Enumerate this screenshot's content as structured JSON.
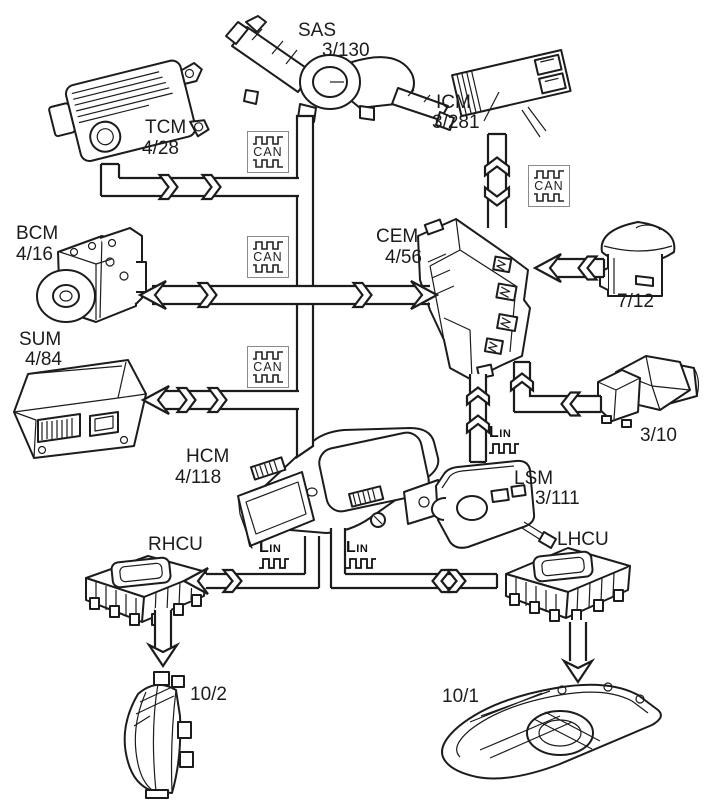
{
  "diagram": {
    "colors": {
      "background": "#ffffff",
      "line": "#1c1c1c",
      "can_box_border": "#8a8a8a"
    },
    "bus": {
      "can_label": "CAN",
      "lin_label": "LIN"
    },
    "modules": {
      "sas": {
        "name": "SAS",
        "ref": "3/130"
      },
      "tcm": {
        "name": "TCM",
        "ref": "4/28"
      },
      "icm": {
        "name": "ICM",
        "ref": "3/281"
      },
      "bcm": {
        "name": "BCM",
        "ref": "4/16"
      },
      "cem": {
        "name": "CEM",
        "ref": "4/56"
      },
      "sum": {
        "name": "SUM",
        "ref": "4/84"
      },
      "hcm": {
        "name": "HCM",
        "ref": "4/118"
      },
      "lsm": {
        "name": "LSM",
        "ref": "3/111"
      },
      "rhcu": {
        "name": "RHCU"
      },
      "lhcu": {
        "name": "LHCU"
      },
      "sensor_7_12": {
        "ref": "7/12"
      },
      "sensor_3_10": {
        "ref": "3/10"
      },
      "headlamp_right": {
        "ref": "10/2"
      },
      "headlamp_left": {
        "ref": "10/1"
      }
    }
  }
}
